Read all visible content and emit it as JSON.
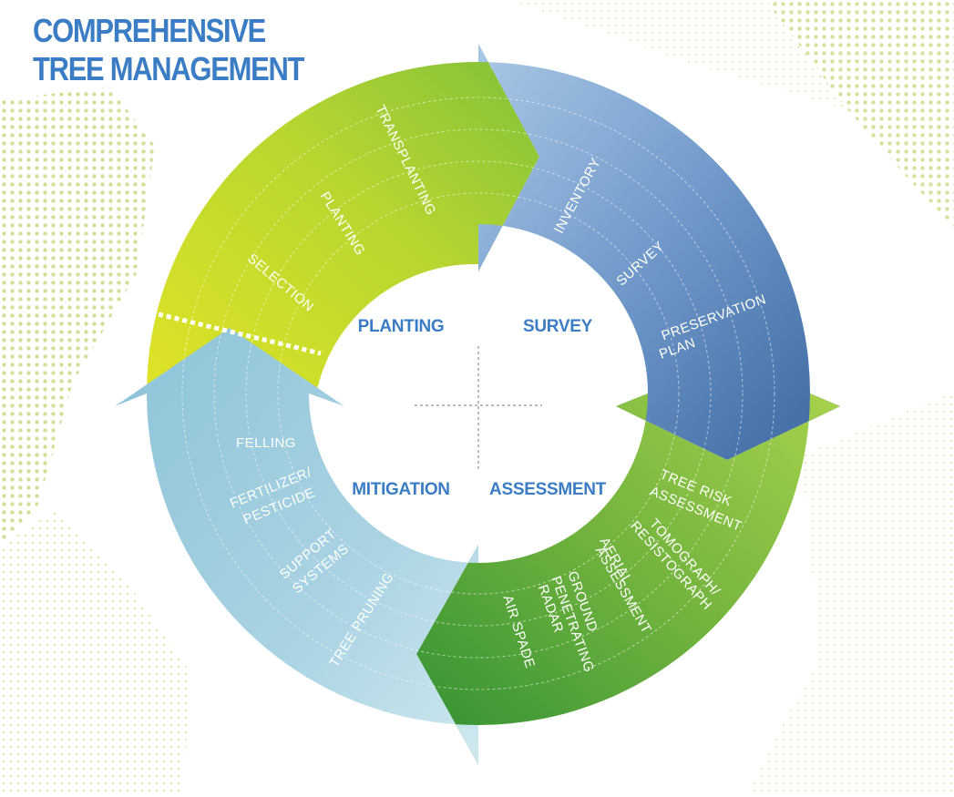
{
  "title": {
    "line1": "COMPREHENSIVE",
    "line2": "TREE MANAGEMENT"
  },
  "phases": {
    "planting": "PLANTING",
    "survey": "SURVEY",
    "assessment": "ASSESSMENT",
    "mitigation": "MITIGATION"
  },
  "steps": {
    "planting": [
      "SELECTION",
      "PLANTING",
      "TRANSPLANTING"
    ],
    "survey": [
      "INVENTORY",
      "SURVEY",
      "PRESERVATION",
      "PLAN"
    ],
    "assessment": [
      "TREE RISK",
      "ASSESSMENT",
      "TOMOGRAPH/",
      "RESISTOGRAPH",
      "AERIAL",
      "ASSESSMENT",
      "GROUND",
      "PENETRATING",
      "RADAR",
      "AIR SPADE"
    ],
    "mitigation": [
      "FELLING",
      "FERTILIZER/",
      "PESTICIDE",
      "SUPPORT",
      "SYSTEMS",
      "TREE PRUNING"
    ]
  },
  "colors": {
    "title": "#3b7dc4",
    "phase_label": "#3b7dc4",
    "planting_light": "#d7e22a",
    "planting_dark": "#86c13a",
    "survey_light": "#9bbfe2",
    "survey_dark": "#3f6ea8",
    "assessment_light": "#9ccc48",
    "assessment_dark": "#3c9636",
    "mitigation_light": "#b9dde8",
    "mitigation_dark": "#8ec4d9",
    "dots": "#c9dd8a"
  }
}
